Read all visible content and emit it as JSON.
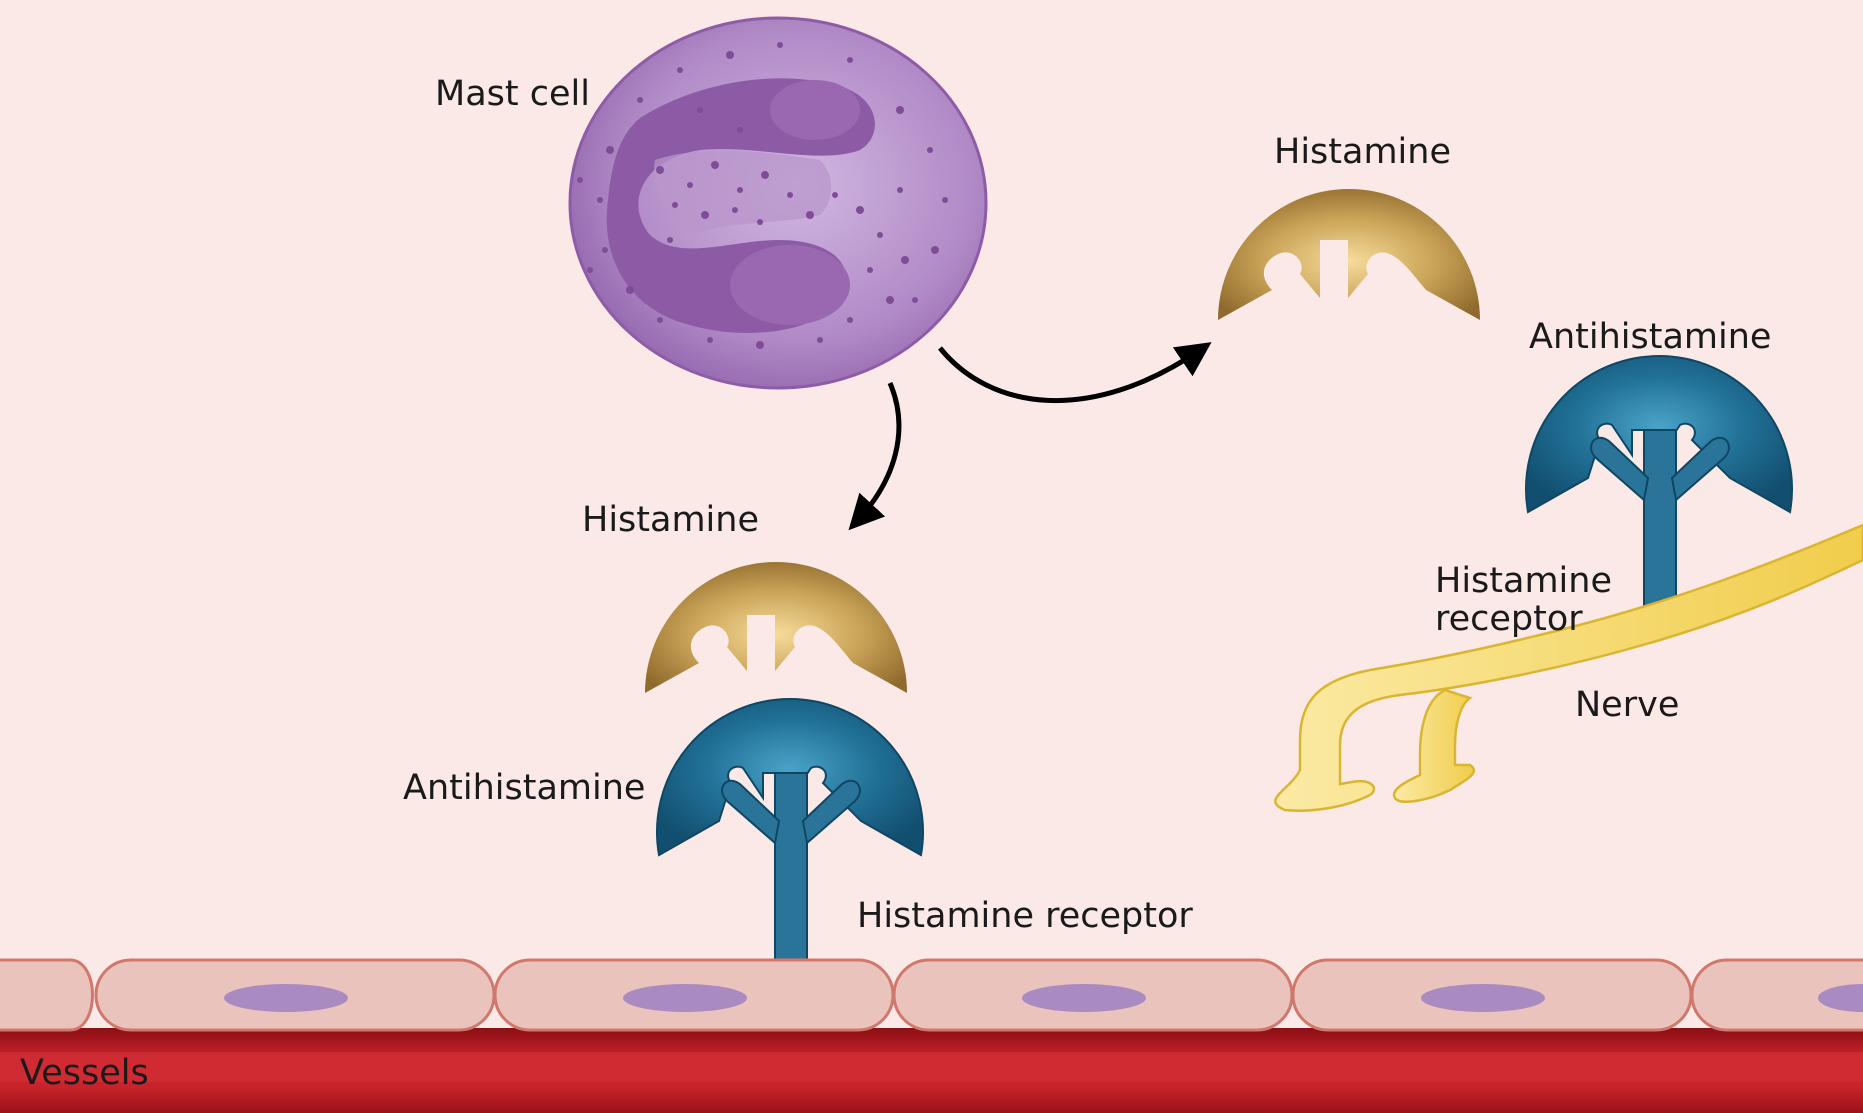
{
  "labels": {
    "mast_cell": "Mast cell",
    "histamine_top": "Histamine",
    "histamine_bottom": "Histamine",
    "antihistamine_right": "Antihistamine",
    "antihistamine_left": "Antihistamine",
    "histamine_receptor_right_line1": "Histamine",
    "histamine_receptor_right_line2": "receptor",
    "histamine_receptor_bottom": "Histamine receptor",
    "nerve": "Nerve",
    "vessels": "Vessels"
  },
  "colors": {
    "background": "#fbe9e8",
    "mast_cell": "#a275b7",
    "nucleus": "#8f5aa6",
    "histamine": "#a9823d",
    "antihistamine": "#1f6f93",
    "receptor": "#2b7499",
    "nerve": "#f4d665",
    "vessel": "#c21f28",
    "endothelium": "#eac3bc",
    "arrow": "#000000"
  }
}
